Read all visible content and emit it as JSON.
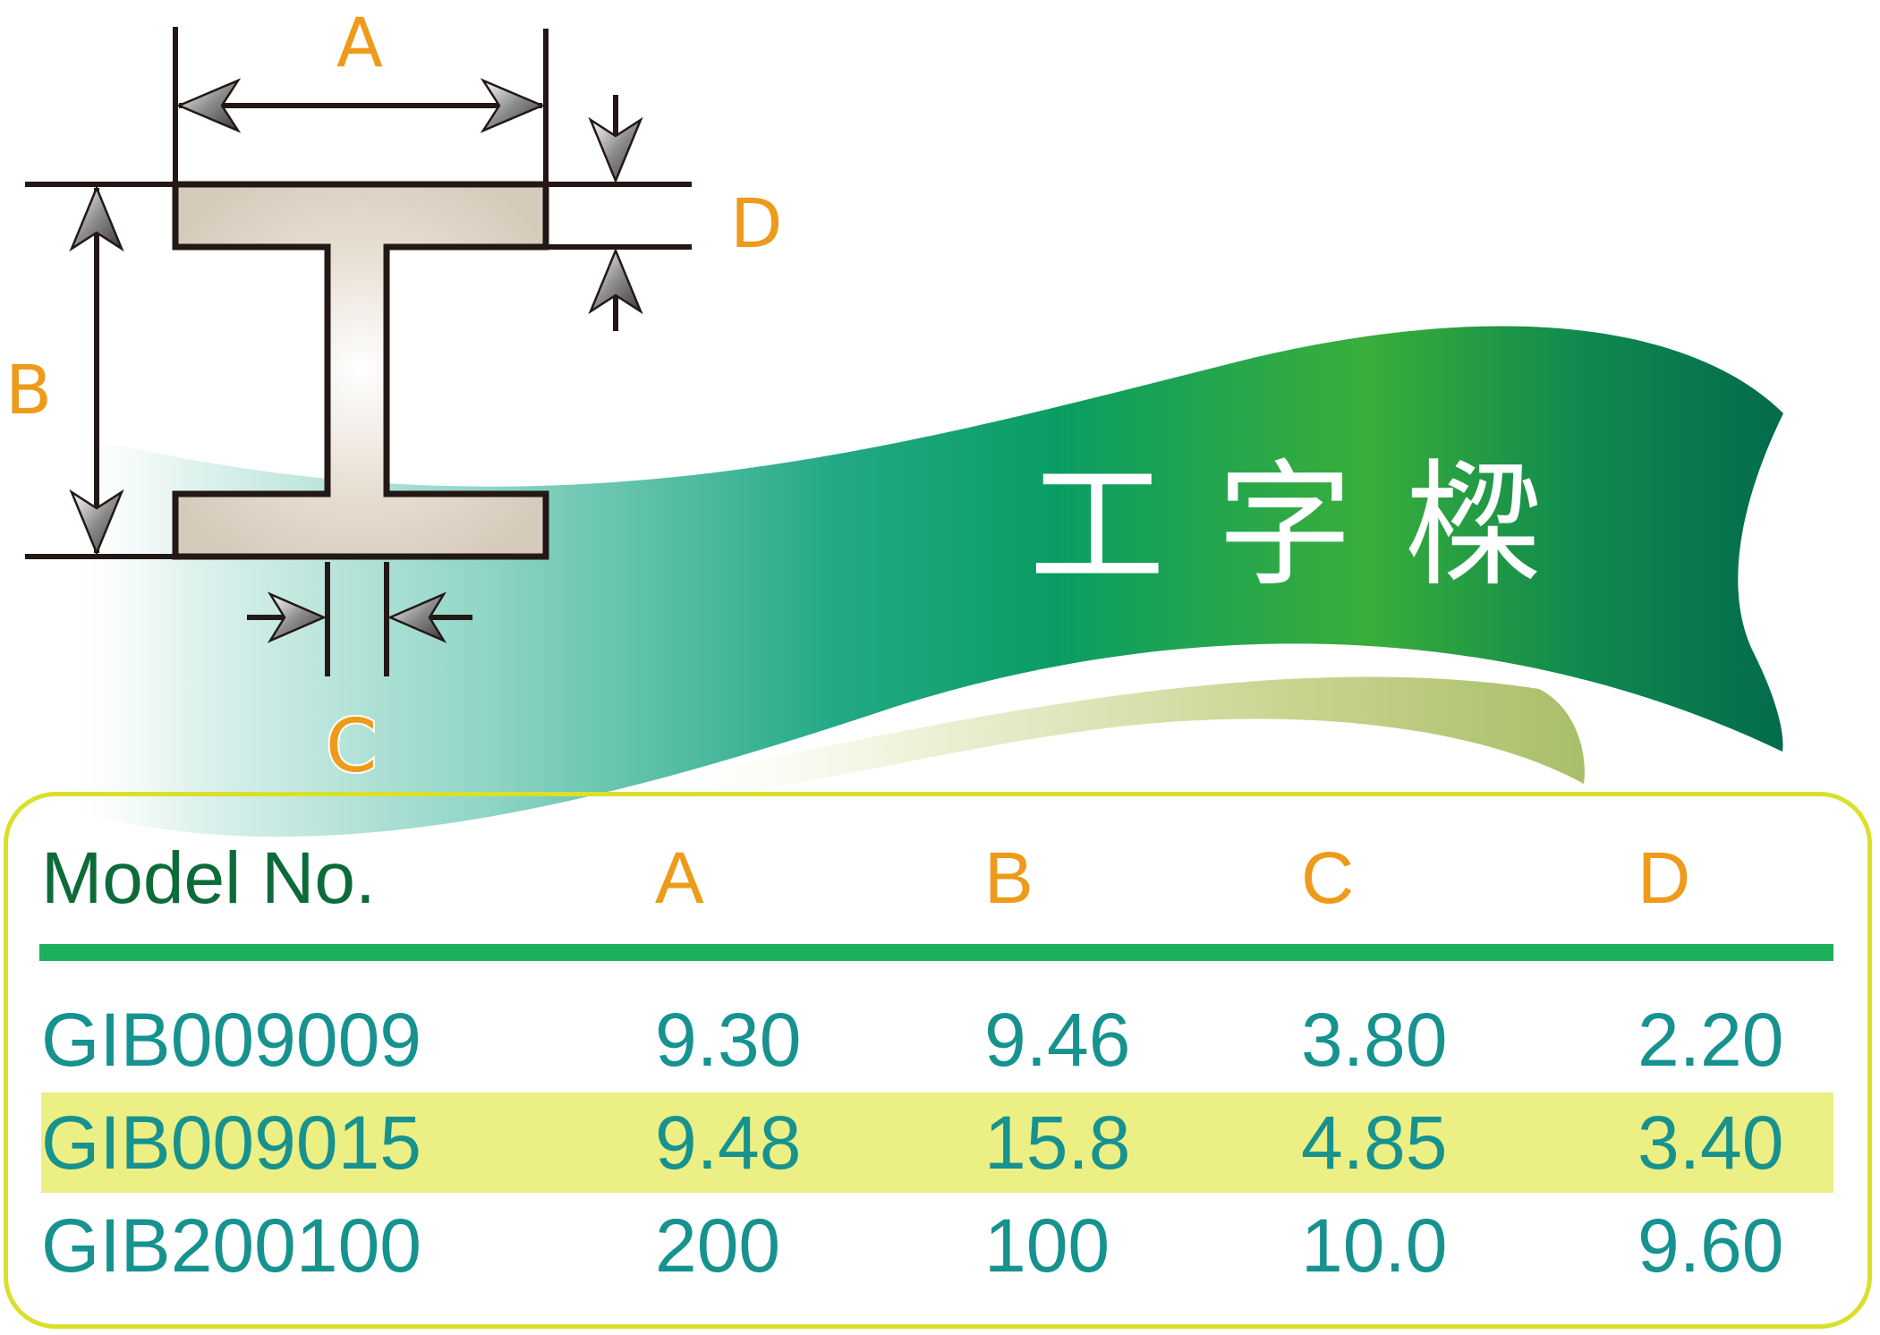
{
  "diagram": {
    "dimension_labels": {
      "a": "A",
      "b": "B",
      "c": "C",
      "d": "D"
    },
    "ribbon_title": "工字樑",
    "colors": {
      "label_orange": "#ee9a1a",
      "beam_fill": "#d6cbbb",
      "beam_outline": "#231815",
      "ribbon_dark_green": "#046b4c",
      "ribbon_bright_green": "#3aae3a",
      "ribbon_teal": "#14a07a",
      "ribbon_underside": "#a8bf6a"
    },
    "icons": [
      "arrowhead-icon"
    ]
  },
  "spec_table": {
    "headers": {
      "model": "Model No.",
      "a": "A",
      "b": "B",
      "c": "C",
      "d": "D"
    },
    "rows": [
      {
        "model": "GIB009009",
        "a": "9.30",
        "b": "9.46",
        "c": "3.80",
        "d": "2.20",
        "highlighted": false
      },
      {
        "model": "GIB009015",
        "a": "9.48",
        "b": "15.8",
        "c": "4.85",
        "d": "3.40",
        "highlighted": true
      },
      {
        "model": "GIB200100",
        "a": "200",
        "b": "100",
        "c": "10.0",
        "d": "9.60",
        "highlighted": false
      }
    ],
    "colors": {
      "header_model": "#0d6b3a",
      "header_dims": "#ee9a1a",
      "values": "#16928f",
      "rule": "#1db05a",
      "highlight": "#ecef84",
      "border": "#d9e02a"
    }
  }
}
